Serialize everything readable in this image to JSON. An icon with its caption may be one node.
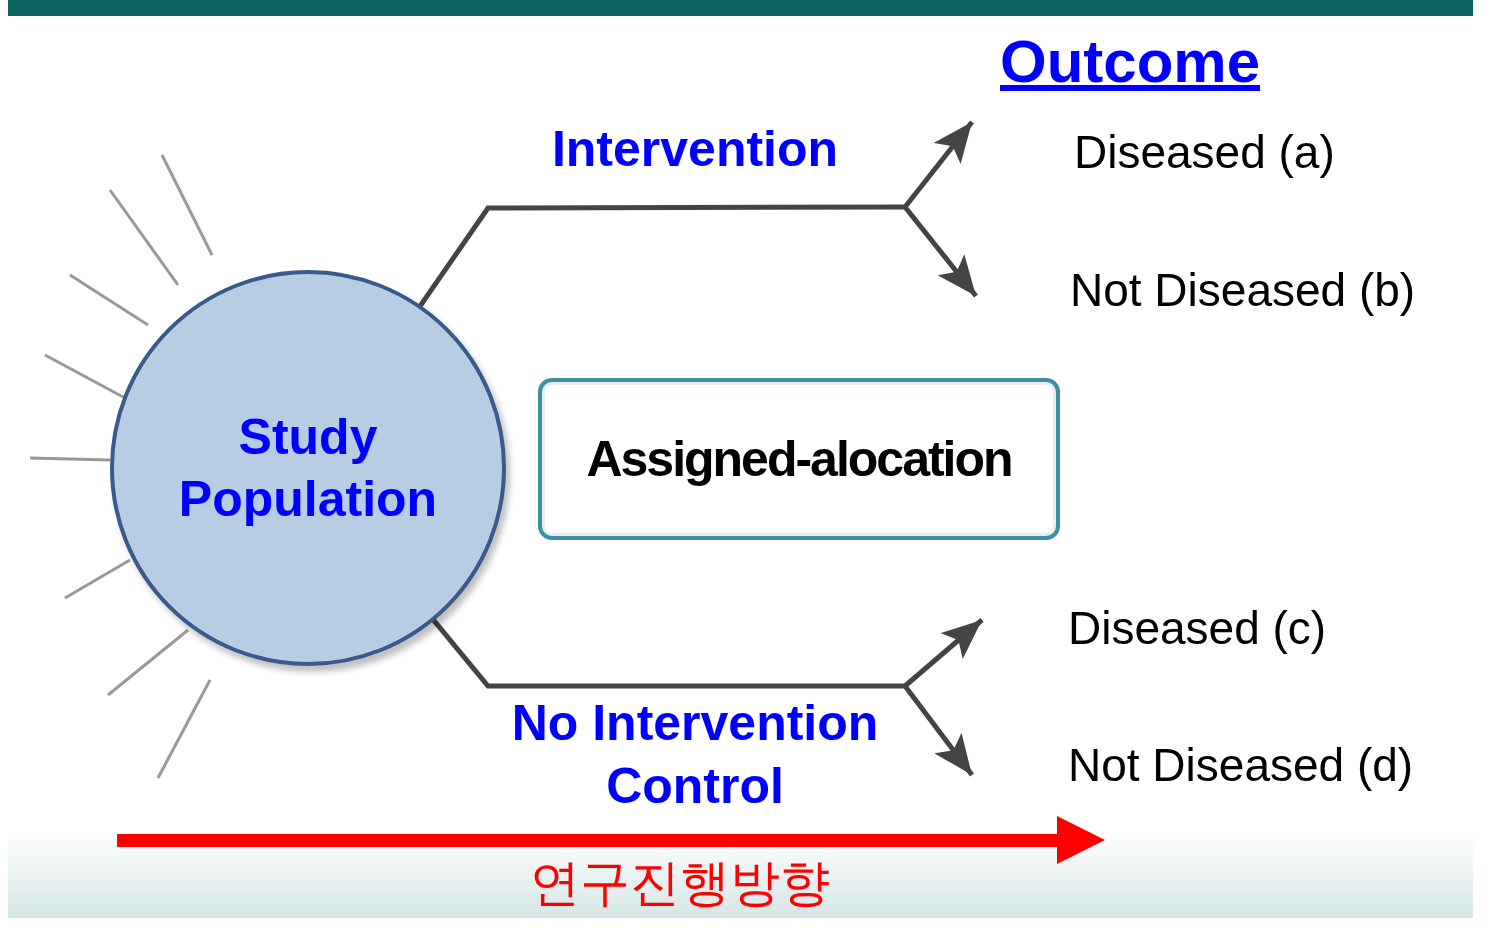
{
  "diagram": {
    "nodes": [
      {
        "text": [
          "Study Population"
        ]
      },
      {
        "text": [
          "Assigned-alocation"
        ]
      },
      {
        "text": [
          "Diseased (a)"
        ]
      },
      {
        "text": [
          "Not Diseased (b)"
        ]
      },
      {
        "text": [
          "Diseased (c)"
        ]
      },
      {
        "text": [
          "Not Diseased (d)"
        ]
      }
    ],
    "edges": [
      {
        "from": 0,
        "to": 2,
        "arrow": "to"
      },
      {
        "from": 0,
        "to": 3,
        "arrow": "to"
      },
      {
        "from": 0,
        "to": 4,
        "arrow": "to"
      },
      {
        "from": 0,
        "to": 5,
        "arrow": "to"
      }
    ],
    "labels": [
      "Outcome",
      "Intervention",
      "No Intervention Control",
      "연구진행방향"
    ]
  }
}
